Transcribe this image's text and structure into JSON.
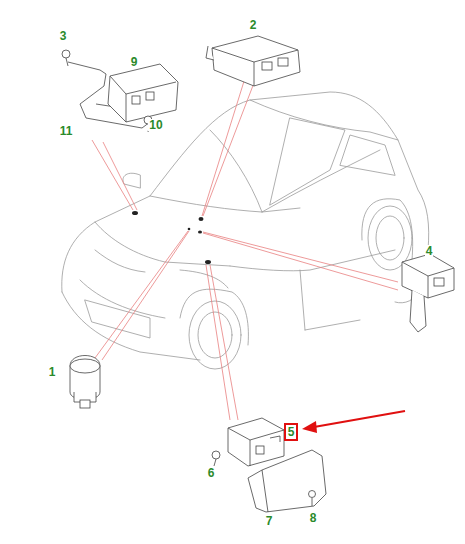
{
  "diagram": {
    "nodes": [
      {
        "text": [
          "5"
        ]
      }
    ],
    "labels": [
      "3",
      "2",
      "9",
      "11",
      "10",
      "4",
      "1",
      "6",
      "7",
      "8"
    ]
  }
}
